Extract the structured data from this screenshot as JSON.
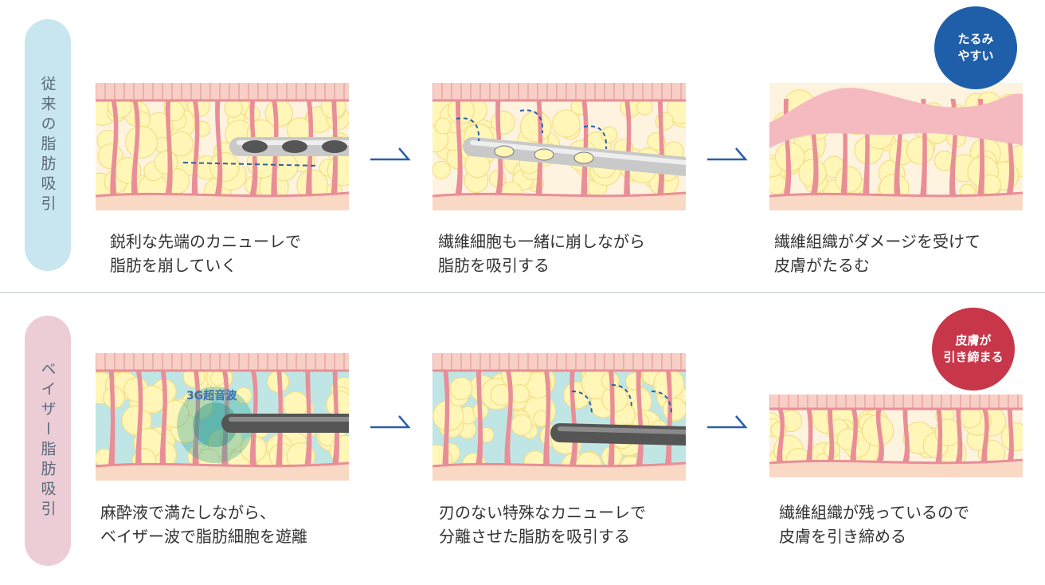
{
  "rows": [
    {
      "label": "従来の脂肪吸引",
      "label_bg": "#c8e6ef",
      "captions": [
        "鋭利な先端のカニューレで\n脂肪を崩していく",
        "繊維細胞も一緒に崩しながら\n脂肪を吸引する",
        "繊維組織がダメージを受けて\n皮膚がたるむ"
      ],
      "badge": {
        "text": "たるみ\nやすい",
        "color": "#1f5ea8"
      }
    },
    {
      "label": "ベイザー脂肪吸引",
      "label_bg": "#eccdd6",
      "captions": [
        "麻酔液で満たしながら、\nベイザー波で脂肪細胞を遊離",
        "刃のない特殊なカニューレで\n分離させた脂肪を吸引する",
        "繊維組織が残っているので\n皮膚を引き締める"
      ],
      "badge": {
        "text": "皮膚が\n引き締まる",
        "color": "#c8364a"
      },
      "wave_label": "3G超音波"
    }
  ],
  "colors": {
    "skin": "#f7cfc5",
    "skin_line": "#e79aa0",
    "fiber": "#e98e98",
    "fat": "#fff6b8",
    "fat_edge": "#f3de86",
    "bottom": "#f9d9c4",
    "arrow": "#2a5fa8",
    "fluid": "#bfe6e4"
  }
}
